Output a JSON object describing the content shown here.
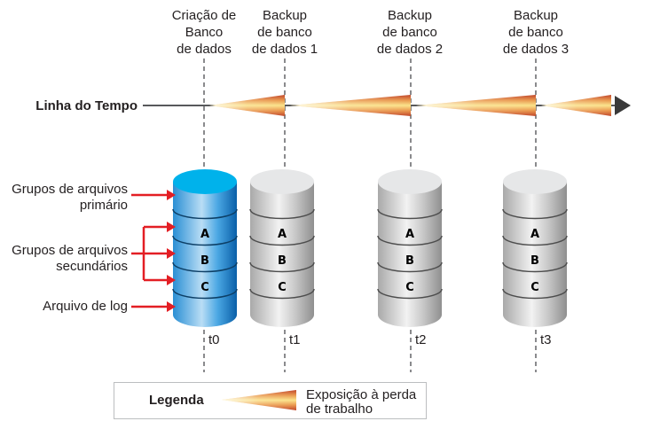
{
  "timeline": {
    "label": "Linha do Tempo",
    "events": [
      {
        "id": "t0",
        "lines": [
          "Criação de",
          "Banco",
          "de dados"
        ],
        "time_label": "t0",
        "type": "creation"
      },
      {
        "id": "t1",
        "lines": [
          "Backup",
          "de banco",
          "de dados 1"
        ],
        "time_label": "t1",
        "type": "backup"
      },
      {
        "id": "t2",
        "lines": [
          "Backup",
          "de banco",
          "de dados 2"
        ],
        "time_label": "t2",
        "type": "backup"
      },
      {
        "id": "t3",
        "lines": [
          "Backup",
          "de banco",
          "de dados 3"
        ],
        "time_label": "t3",
        "type": "backup"
      }
    ]
  },
  "database": {
    "segments": [
      "A",
      "B",
      "C"
    ]
  },
  "left_labels": {
    "primary": [
      "Grupos de arquivos",
      "primário"
    ],
    "secondary": [
      "Grupos de arquivos",
      "secundários"
    ],
    "log": "Arquivo de log"
  },
  "legend": {
    "title": "Legenda",
    "description": [
      "Exposição à perda",
      "de trabalho"
    ]
  },
  "colors": {
    "active_db": "#1e90d6",
    "backup_db": "#c8c8c8",
    "arrow_red": "#e31e24",
    "wedge_dark": "#c0462a",
    "wedge_light": "#fbe38a",
    "timeline": "#58595b"
  }
}
